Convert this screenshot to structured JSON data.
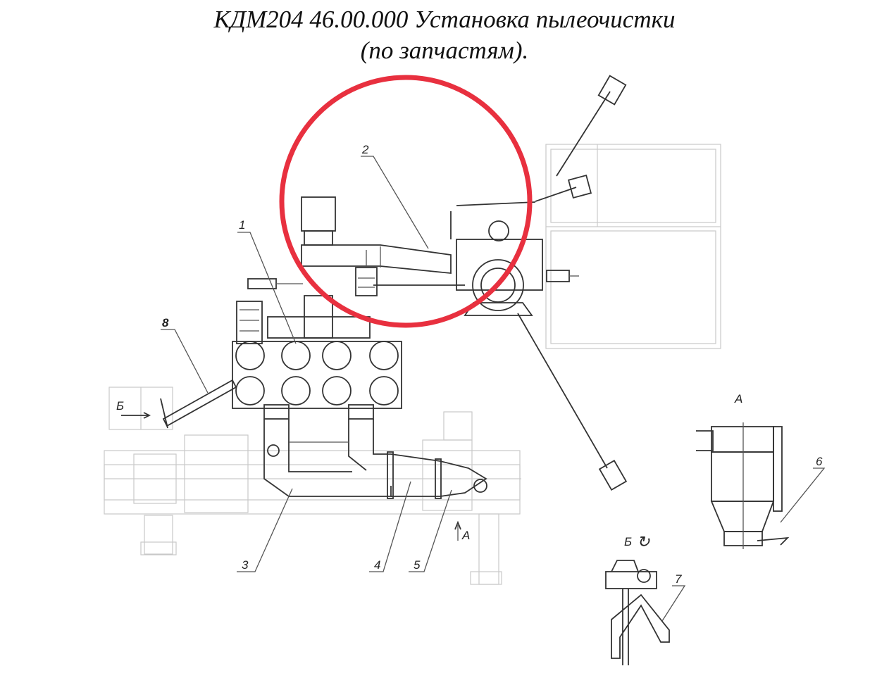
{
  "title": {
    "line1": "КДМ204 46.00.000 Установка пылеочистки",
    "line2": "(по запчастям)."
  },
  "labels": {
    "p1": "1",
    "p2": "2",
    "p3": "3",
    "p4": "4",
    "p5": "5",
    "p6": "6",
    "p7": "7",
    "p8": "8",
    "view_a": "А",
    "view_a_arrow": "А",
    "view_b": "Б",
    "view_b_detail": "Б",
    "rotation_sign": "↻"
  },
  "colors": {
    "highlight_circle": "#e8303f",
    "drawing_dark": "#333333",
    "drawing_faint": "#c9c9c9"
  }
}
